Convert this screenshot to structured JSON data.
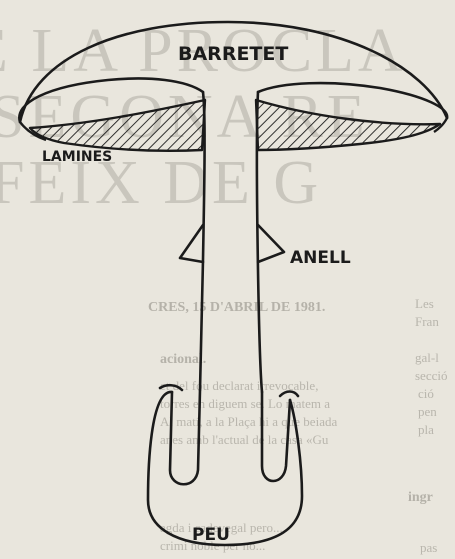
{
  "labels": {
    "cap": "BARRETET",
    "gills": "LAMINES",
    "ring": "ANELL",
    "stem": "PEU"
  },
  "background_print": {
    "line1": "E LA PROCLA",
    "line2": "SEGONA RE",
    "line3": "FEIX DE G",
    "dateline": "CRES, 15 D'ABRIL DE 1981.",
    "subhead": "acional.",
    "body1": "et del fou declarat irrevocable,",
    "body2": "torres en diguem se. Lo matem a",
    "body3": "Al matí, a la Plaça hi a que beiada",
    "body4": "anes amb l'actual de la casa «Gu",
    "body5": "agda i cadevegal pero...",
    "body6": "crimi noble per no...",
    "side1": "Les",
    "side2": "Fran",
    "side3": "gal-l",
    "side4": "secció",
    "side5": "ció",
    "side6": "pen",
    "side7": "pla",
    "side8": "ingr",
    "side9": "pas"
  },
  "colors": {
    "ink": "#1b1b1b",
    "paper": "#e9e6dd",
    "faded_print": "#c9c6bd"
  }
}
